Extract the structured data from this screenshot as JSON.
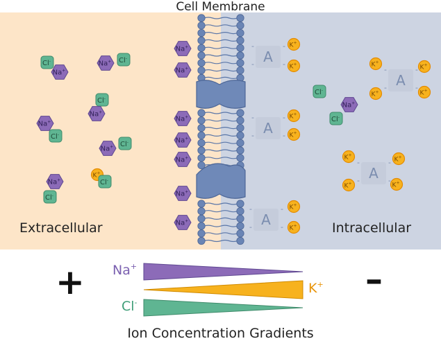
{
  "title": "Cell Membrane",
  "regions": {
    "left_label": "Extracellular",
    "right_label": "Intracellular"
  },
  "gradients": {
    "title": "Ion Concentration Gradients",
    "plus": "+",
    "minus": "–",
    "na": {
      "base": "Na",
      "sup": "+"
    },
    "k": {
      "base": "K",
      "sup": "+"
    },
    "cl": {
      "base": "Cl",
      "sup": "-"
    }
  },
  "ion_text": {
    "na": "Na",
    "cl": "Cl",
    "k": "K",
    "anion": "A",
    "charge_neg": "-"
  },
  "colors": {
    "extracellular_bg": "#fde5c8",
    "intracellular_bg": "#cdd4e2",
    "membrane": "#6a85b5",
    "na": "#8c6bb8",
    "cl": "#5fb592",
    "k": "#f7b21e",
    "anion_box": "#c2cad8"
  }
}
